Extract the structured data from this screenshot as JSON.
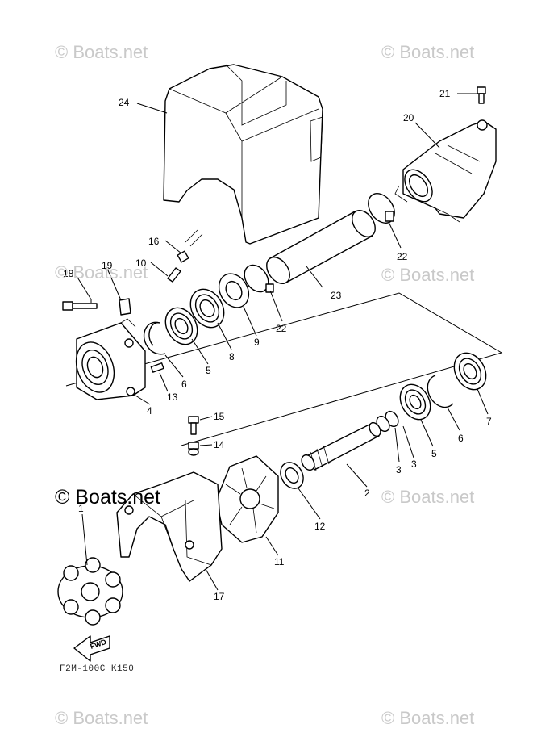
{
  "watermarks": {
    "main": "© Boats.net",
    "faint": "© Boats.net"
  },
  "drawing_code": "F2M-100C K150",
  "fwd_label": "FWD",
  "callouts": [
    "1",
    "2",
    "3",
    "3",
    "4",
    "5",
    "5",
    "6",
    "6",
    "7",
    "8",
    "9",
    "10",
    "11",
    "12",
    "13",
    "14",
    "15",
    "16",
    "17",
    "18",
    "19",
    "20",
    "21",
    "22",
    "22",
    "23",
    "24"
  ]
}
